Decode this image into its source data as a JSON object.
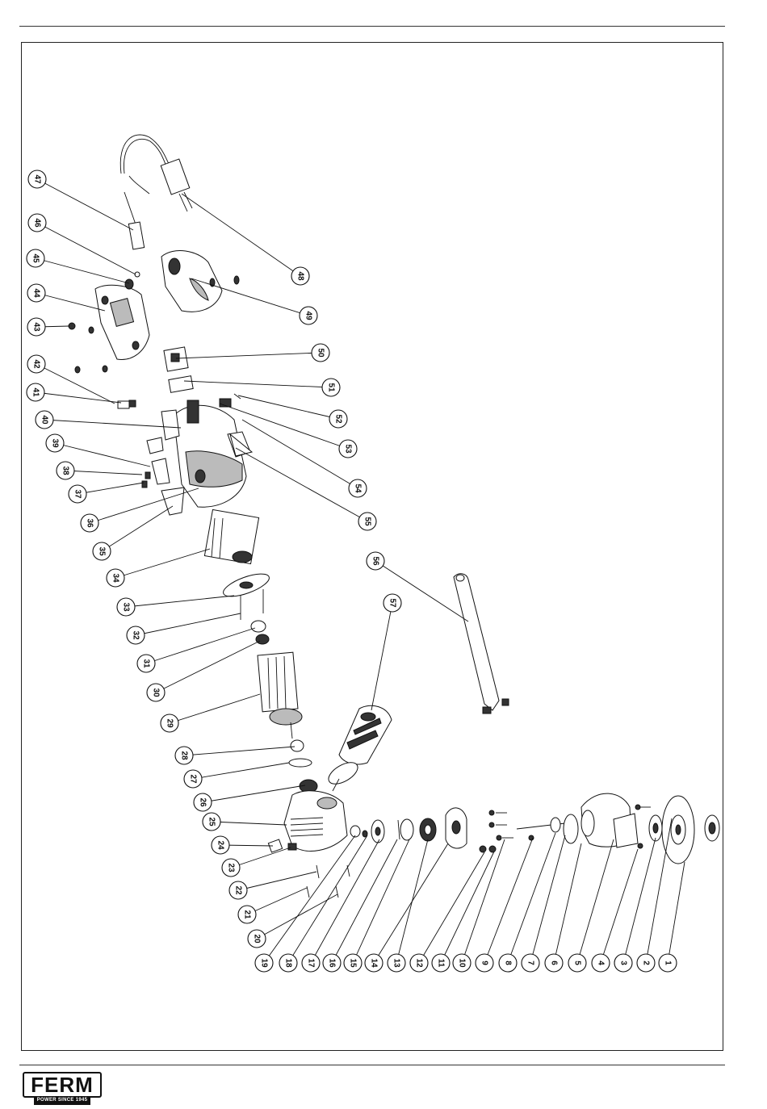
{
  "brand": {
    "name": "FERM",
    "tagline": "POWER SINCE 1945"
  },
  "diagram": {
    "part_numbers": [
      "1",
      "2",
      "3",
      "4",
      "5",
      "6",
      "7",
      "8",
      "9",
      "10",
      "11",
      "12",
      "13",
      "14",
      "15",
      "16",
      "17",
      "18",
      "19",
      "20",
      "21",
      "22",
      "23",
      "24",
      "25",
      "26",
      "27",
      "28",
      "29",
      "30",
      "31",
      "32",
      "33",
      "34",
      "35",
      "36",
      "37",
      "38",
      "39",
      "40",
      "41",
      "42",
      "43",
      "44",
      "45",
      "46",
      "47",
      "48",
      "49",
      "50",
      "51",
      "52",
      "53",
      "54",
      "55",
      "56",
      "57"
    ]
  }
}
